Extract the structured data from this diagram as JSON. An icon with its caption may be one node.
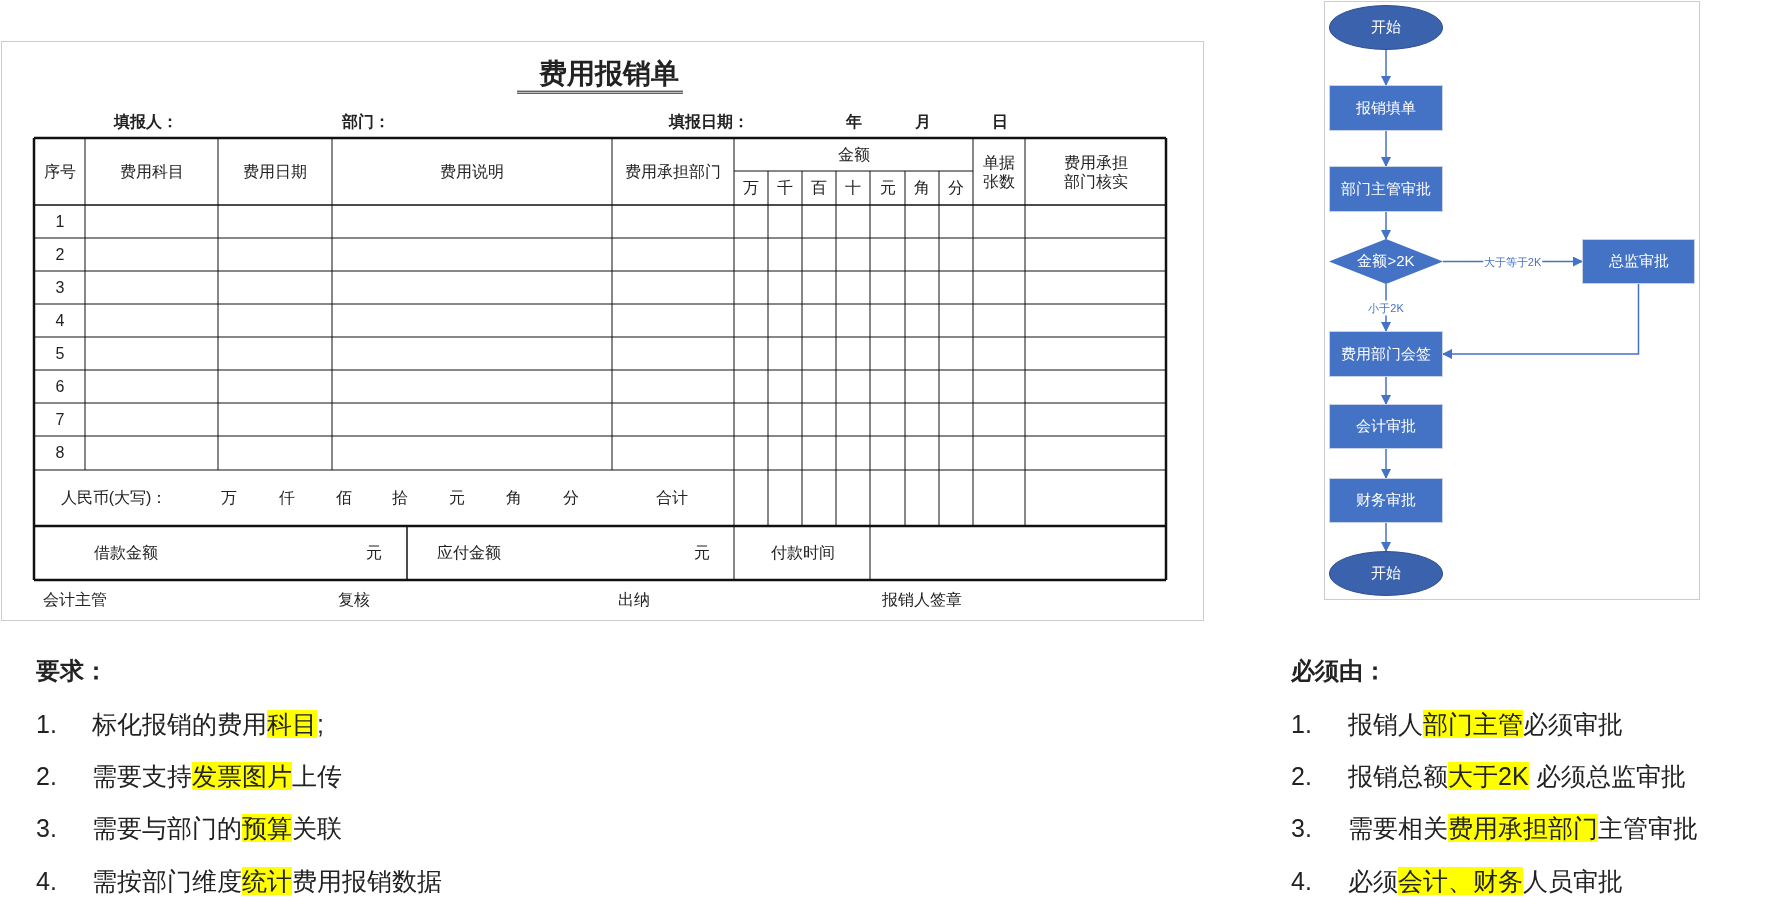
{
  "diagram": {
    "nodes": [
      {
        "text": [
          "开始"
        ]
      },
      {
        "text": [
          "报销填单"
        ]
      },
      {
        "text": [
          "部门主管审批"
        ]
      },
      {
        "text": [
          "金额>2K"
        ]
      },
      {
        "text": [
          "总监审批"
        ]
      },
      {
        "text": [
          "费用部门会签"
        ]
      },
      {
        "text": [
          "会计审批"
        ]
      },
      {
        "text": [
          "财务审批"
        ]
      },
      {
        "text": [
          "开始"
        ]
      }
    ],
    "edges": [
      {
        "from": 0,
        "to": 1,
        "arrow": "to"
      },
      {
        "from": 1,
        "to": 2,
        "arrow": "to"
      },
      {
        "from": 2,
        "to": 3,
        "arrow": "to"
      },
      {
        "from": 3,
        "to": 4,
        "arrow": "to",
        "label": "大于等于2K"
      },
      {
        "from": 3,
        "to": 5,
        "arrow": "to",
        "label": "小于2K"
      },
      {
        "from": 4,
        "to": 5,
        "arrow": "to"
      },
      {
        "from": 5,
        "to": 6,
        "arrow": "to"
      },
      {
        "from": 6,
        "to": 7,
        "arrow": "to"
      },
      {
        "from": 7,
        "to": 8,
        "arrow": "to"
      }
    ],
    "labels": [
      "费用报销单",
      "填报人：",
      "部门：",
      "填报日期：",
      "年",
      "月",
      "日",
      "序号",
      "费用科目",
      "费用日期",
      "费用说明",
      "费用承担部门",
      "金额",
      "单据张数",
      "费用承担部门核实",
      "万",
      "千",
      "百",
      "十",
      "元",
      "角",
      "分",
      "1",
      "2",
      "3",
      "4",
      "5",
      "6",
      "7",
      "8",
      "人民币(大写)：",
      "万",
      "仟",
      "佰",
      "拾",
      "元",
      "角",
      "分",
      "合计",
      "借款金额",
      "元",
      "应付金额",
      "元",
      "付款时间",
      "会计主管",
      "复核",
      "出纳",
      "报销人签章",
      "要求：",
      "1.",
      "标化报销的费用**科目**;",
      "2.",
      "需要支持**发票图片**上传",
      "3.",
      "需要与部门的**预算**关联",
      "4.",
      "需按部门维度**统计**费用报销数据",
      "必须由：",
      "1.",
      "报销人**部门主管**必须审批",
      "2.",
      "报销总额**大于2K** 必须总监审批",
      "3.",
      "需要相关**费用承担部门**主管审批",
      "4.",
      "必须**会计、财务**人员审批"
    ]
  }
}
